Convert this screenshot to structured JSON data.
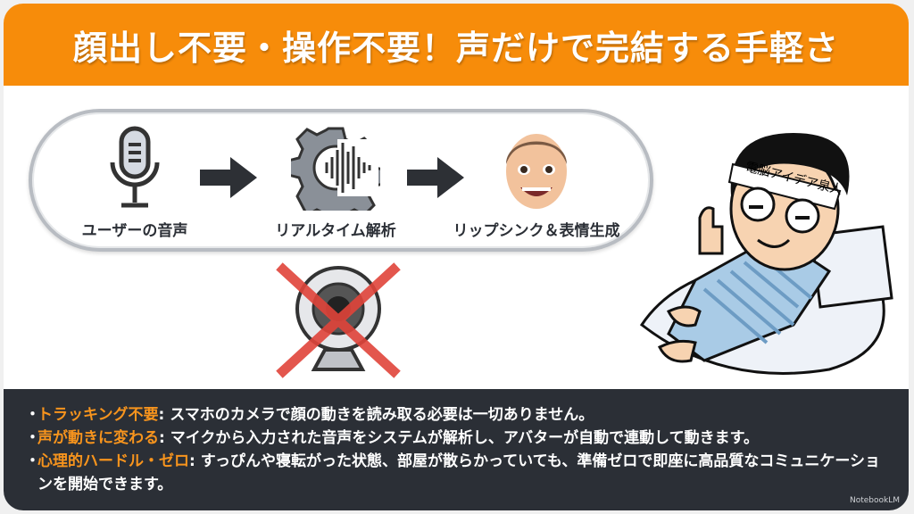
{
  "title": "顔出し不要・操作不要！声だけで完結する手軽さ",
  "flow": {
    "steps": [
      {
        "label": "ユーザーの音声",
        "icon": "microphone-icon"
      },
      {
        "label": "リアルタイム解析",
        "icon": "gear-waveform-icon"
      },
      {
        "label": "リップシンク＆表情生成",
        "icon": "avatar-face-icon"
      }
    ]
  },
  "character": {
    "headband": "電脳アイデア泉人"
  },
  "bullets": [
    {
      "key": "トラッキング不要",
      "text": ": スマホのカメラで顔の動きを読み取る必要は一切ありません。"
    },
    {
      "key": "声が動きに変わる",
      "text": ": マイクから入力された音声をシステムが解析し、アバターが自動で連動して動きます。"
    },
    {
      "key": "心理的ハードル・ゼロ",
      "text": ": すっぴんや寝転がった状態、部屋が散らかっていても、準備ゼロで即座に高品質なコミュニケーションを開始できます。"
    }
  ],
  "bullet_mark": "・",
  "watermark": "NotebookLM",
  "colors": {
    "accent": "#f78c0a",
    "dark": "#2b2f36",
    "key": "#f7941d"
  }
}
